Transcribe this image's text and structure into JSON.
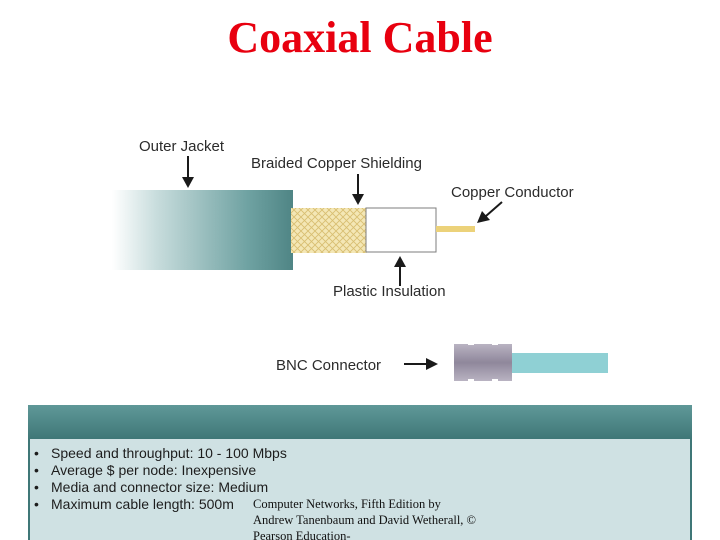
{
  "slide": {
    "title": "Coaxial Cable"
  },
  "diagram": {
    "labels": {
      "outer_jacket": "Outer Jacket",
      "braided_shielding": "Braided Copper Shielding",
      "copper_conductor": "Copper Conductor",
      "plastic_insulation": "Plastic Insulation",
      "bnc_connector": "BNC Connector"
    },
    "colors": {
      "jacket": "#5a9090",
      "shielding": "#f1e2a8",
      "insulation": "#ffffff",
      "conductor": "#ecd27a",
      "connector": "#9e96a8",
      "connector_cable": "#8fd0d4"
    }
  },
  "specs": {
    "items": [
      "Speed and throughput: 10 - 100 Mbps",
      "Average $ per node: Inexpensive",
      "Media and connector size: Medium",
      "Maximum cable length: 500m"
    ]
  },
  "footer": {
    "credit": "Computer Networks, Fifth Edition by Andrew Tanenbaum and David Wetherall, © Pearson Education-"
  }
}
